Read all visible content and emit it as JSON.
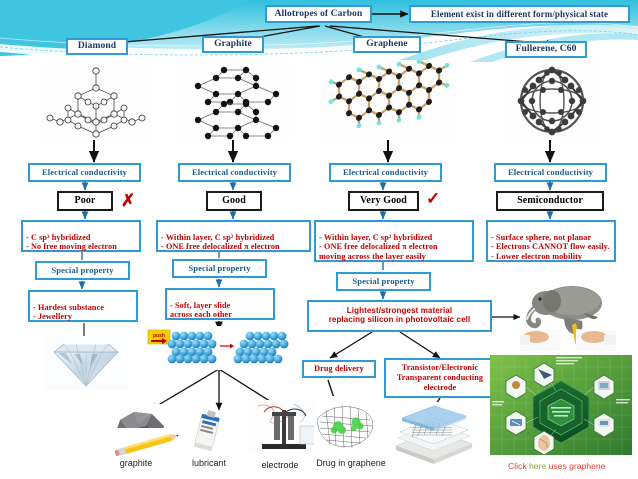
{
  "slide": {
    "title_boxes": {
      "allotropes": "Allotropes of Carbon",
      "definition": "Element exist in different form/physical state"
    },
    "allotropes": [
      {
        "name": "Diamond",
        "structure_icon": "diamond-lattice-structure",
        "conductivity_label": "Electrical conductivity",
        "conductivity_rank": "Poor",
        "rank_mark": "✗",
        "rank_mark_type": "cross",
        "bonding": "- C sp³ hybridized\n- No free moving electron",
        "special_property_label": "Special property",
        "special_property": "- Hardest substance\n- Jewellery"
      },
      {
        "name": "Graphite",
        "structure_icon": "graphite-layers-structure",
        "conductivity_label": "Electrical conductivity",
        "conductivity_rank": "Good",
        "rank_mark": "",
        "rank_mark_type": "none",
        "bonding": "- Within layer, C sp² hybridized\n- ONE free delocalized π electron",
        "special_property_label": "Special property",
        "special_property": "- Soft, layer slide\n  across each other"
      },
      {
        "name": "Graphene",
        "structure_icon": "graphene-honeycomb-structure",
        "conductivity_label": "Electrical conductivity",
        "conductivity_rank": "Very Good",
        "rank_mark": "✓",
        "rank_mark_type": "tick",
        "bonding": "- Within layer, C sp² hybridized\n- ONE free delocalized π electron\n  moving across the layer easily",
        "special_property_label": "Special property",
        "special_property": "Lightest/strongest material\nreplacing silicon in photovoltaic cell"
      },
      {
        "name": "Fullerene, C60",
        "structure_icon": "fullerene-buckyball-structure",
        "conductivity_label": "Electrical conductivity",
        "conductivity_rank": "Semiconductor",
        "rank_mark": "",
        "rank_mark_type": "none",
        "bonding": "- Surface sphere, not planar\n- Electrons CANNOT flow easily.\n- Lower electron mobility",
        "special_property_label": "",
        "special_property": ""
      }
    ],
    "applications": {
      "drug_delivery": "Drug delivery",
      "transistor": "Transistor/Electronic\nTransparent conducting\nelectrode"
    },
    "captions": {
      "graphite": "graphite",
      "lubricant": "lubricant",
      "electrode": "electrode",
      "drug_in_graphene": "Drug in graphene"
    },
    "click_line": {
      "before": "Click ",
      "link": "here",
      "after": " uses graphene"
    },
    "images": {
      "diamond_gem": "diamond-gem-photo",
      "layer_slide": "blue-spheres-layer-sliding-photo",
      "push_label": "push",
      "graphite_rock": "graphite-rock-photo",
      "pencil": "pencil-photo",
      "lubricant_tube": "lubricant-tube-photo",
      "electrode_apparatus": "electrode-apparatus-photo",
      "elephant_on_pencil": "elephant-balancing-on-pencil-photo",
      "drug_graphene": "drug-in-graphene-photo",
      "transparent_electrode": "transparent-conducting-electrode-photo",
      "graphene_uses_infographic": "graphene-uses-green-infographic"
    },
    "colors": {
      "box_border": "#2E9BD6",
      "title_text": "#17365D",
      "blue_text": "#1F5C8B",
      "red_text": "#C00000",
      "banner_cyan": "#5CC9E0",
      "link_highlight": "#8CA03A",
      "click_red": "#E8423A"
    }
  }
}
